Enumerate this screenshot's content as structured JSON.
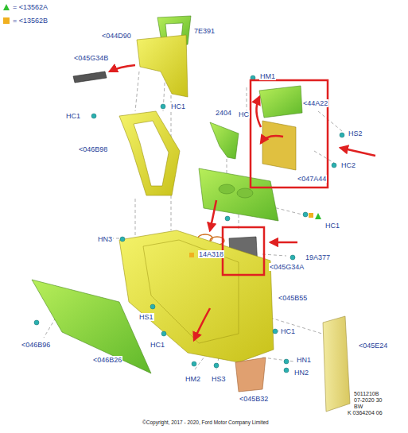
{
  "diagram": {
    "labels": [
      "<044D90",
      "7E391",
      "<045G34B",
      "HC1",
      "HC1",
      "<046B98",
      "HM1",
      "2404",
      "HC",
      "<44A22",
      "HS2",
      "HC2",
      "<047A44",
      "HC1",
      "HN3",
      "14A318",
      "<045G34A",
      "19A377",
      "<045B55",
      "HS1",
      "HC1",
      "HC1",
      "<046B96",
      "<046B26",
      "<045E24",
      "HM2",
      "HS3",
      "HN1",
      "HN2",
      "<045B32",
      "5011210B",
      "07-2020 30",
      "BW",
      "K 0364204 06",
      "©Copyright, 2017 - 2020, Ford Motor Company Limited"
    ],
    "legend": [
      {
        "text": "= <13562A"
      },
      {
        "text": "= <13562B"
      }
    ]
  }
}
